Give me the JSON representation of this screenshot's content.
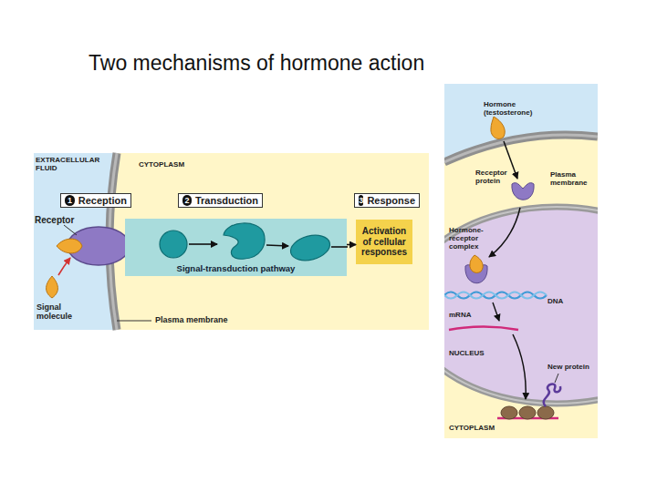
{
  "diagram": {
    "title": "Two mechanisms of hormone action",
    "nodes": [
      {
        "text": [
          "1",
          "Reception"
        ]
      },
      {
        "text": [
          "2",
          "Transduction"
        ]
      },
      {
        "text": [
          "3",
          "Response"
        ]
      },
      {
        "text": [
          "Signal-transduction pathway"
        ]
      },
      {
        "text": [
          "Activation of cellular responses"
        ]
      }
    ],
    "edges": [
      {
        "from": 3,
        "to": 4,
        "arrow": "to"
      }
    ],
    "labels": [
      "EXTRACELLULAR FLUID",
      "CYTOPLASM",
      "Receptor",
      "Signal molecule",
      "Plasma membrane",
      "Hormone (testosterone)",
      "Receptor protein",
      "Plasma membrane",
      "Hormone-receptor complex",
      "DNA",
      "mRNA",
      "NUCLEUS",
      "New protein",
      "CYTOPLASM"
    ]
  }
}
